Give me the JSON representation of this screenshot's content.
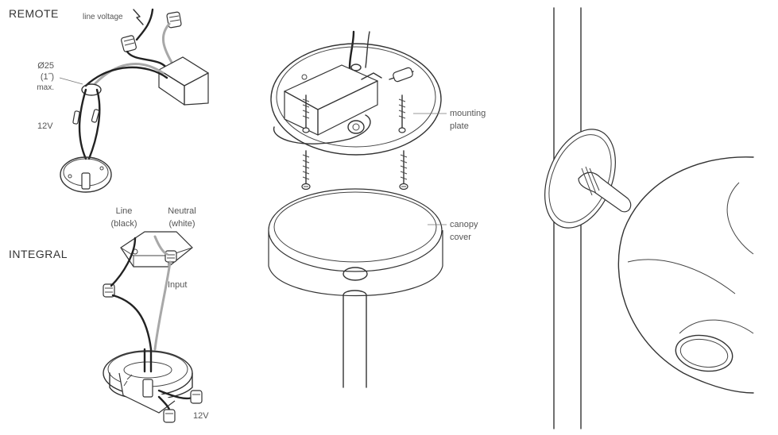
{
  "sections": {
    "remote": "REMOTE",
    "integral": "INTEGRAL"
  },
  "remote": {
    "line_voltage": "line voltage",
    "diameter": "Ø25",
    "diameter_in": "(1˝)",
    "max": "max.",
    "low_voltage": "12V"
  },
  "integral": {
    "line": "Line",
    "line_color": "(black)",
    "neutral": "Neutral",
    "neutral_color": "(white)",
    "input": "Input",
    "low_voltage": "12V"
  },
  "mounting": {
    "plate": "mounting",
    "plate_2": "plate",
    "canopy": "canopy",
    "canopy_2": "cover"
  },
  "icons": [
    "lightning-icon"
  ]
}
